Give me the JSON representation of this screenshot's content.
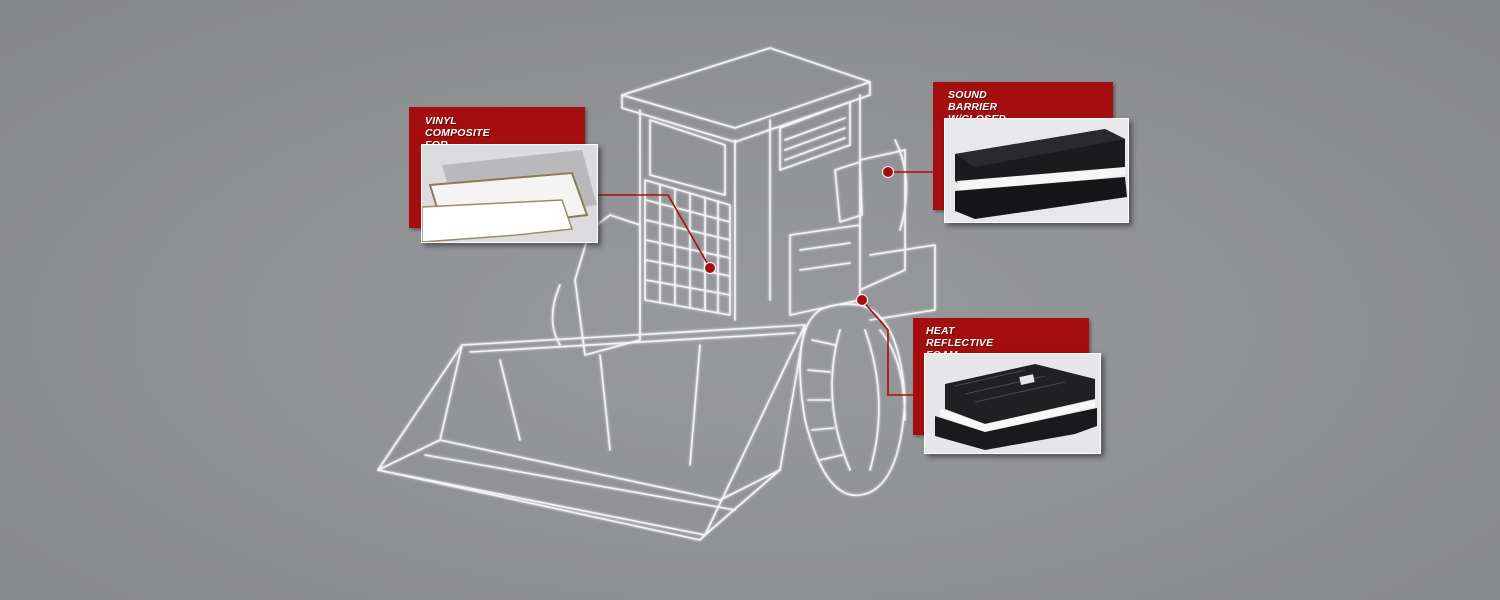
{
  "callouts": [
    {
      "id": "vinyl",
      "label": "VINYL COMPOSITE FOR ACOUSTICAL\n& AESTHETIC APPLICATIONS",
      "image": "vinyl-composite-sample-photo"
    },
    {
      "id": "sound",
      "label": "SOUND BARRIER W/CLOSED-CELL\nTHERMAL INSULATION W/ADHESIVE",
      "image": "sound-barrier-sample-photo"
    },
    {
      "id": "heat",
      "label": "HEAT REFLECTIVE FOAM-BARRIER\n-FOAM THERMAL COMPOSITE",
      "image": "heat-reflective-composite-photo"
    }
  ],
  "colors": {
    "background": "#8e8f93",
    "accent": "#a50e0e",
    "line": "#ffffff"
  },
  "illustration": "skid-steer-loader-line-drawing"
}
